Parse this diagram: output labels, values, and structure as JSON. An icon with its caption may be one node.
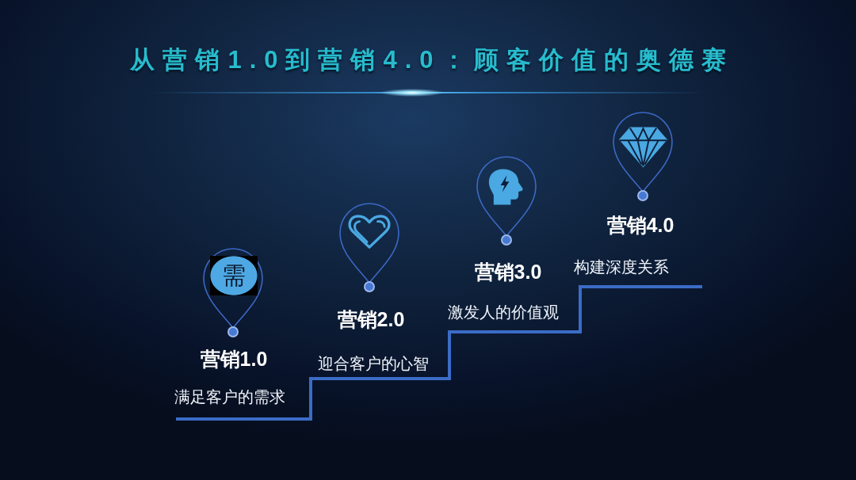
{
  "diagram": {
    "title": "从营销1.0到营销4.0：顾客价值的奥德赛",
    "nodes": [
      {
        "text": [
          "需"
        ],
        "beside": [
          "营销1.0",
          "满足客户的需求"
        ]
      },
      {
        "text": [],
        "shape": "pin",
        "beside": [
          "营销2.0",
          "迎合客户的心智"
        ]
      },
      {
        "text": [],
        "shape": "pin",
        "beside": [
          "营销3.0",
          "激发人的价值观"
        ]
      },
      {
        "text": [],
        "shape": "pin",
        "beside": [
          "营销4.0",
          "构建深度关系"
        ]
      }
    ]
  }
}
